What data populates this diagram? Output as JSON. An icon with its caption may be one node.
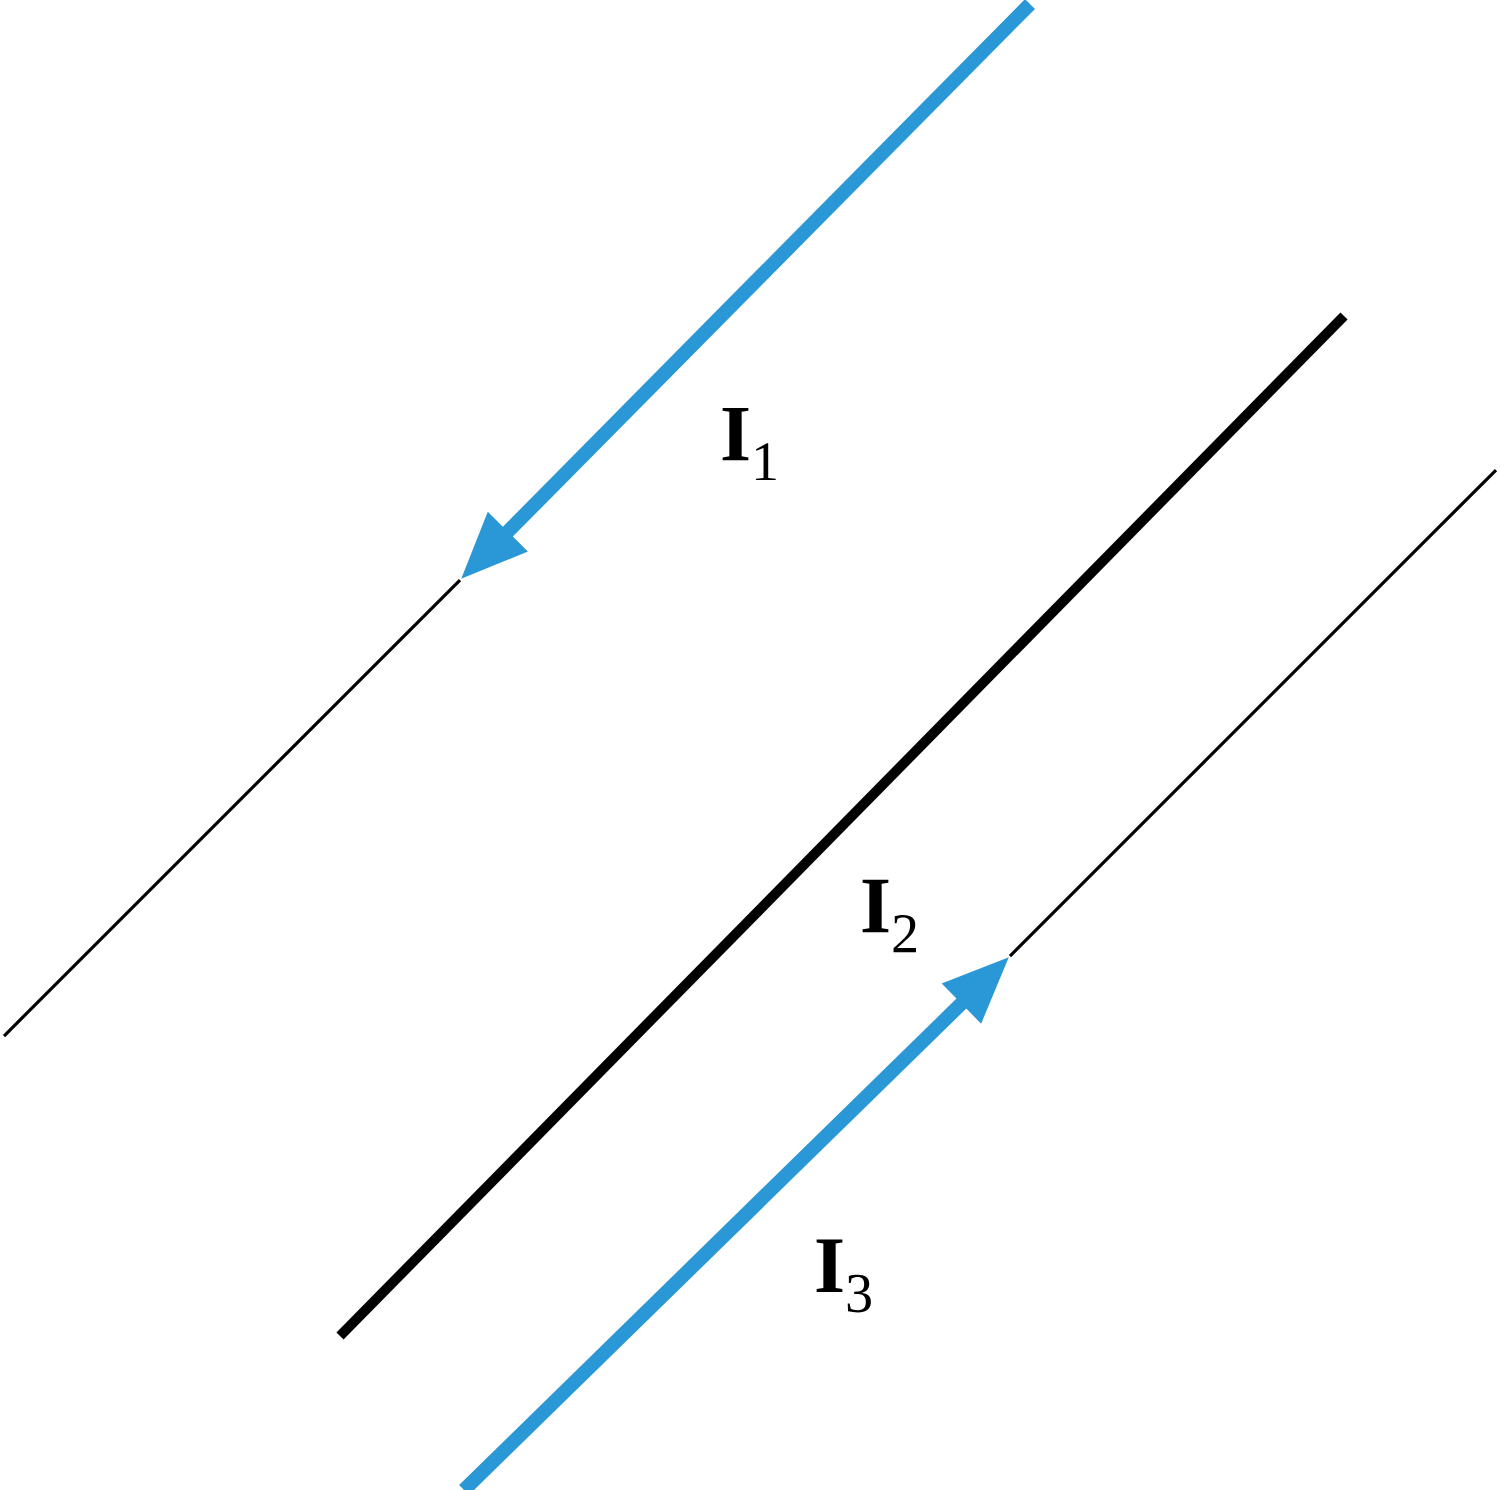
{
  "diagram": {
    "labels": [
      "**I**$_{1}$",
      "**I**$_{2}$",
      "**I**$_{3}$"
    ]
  }
}
